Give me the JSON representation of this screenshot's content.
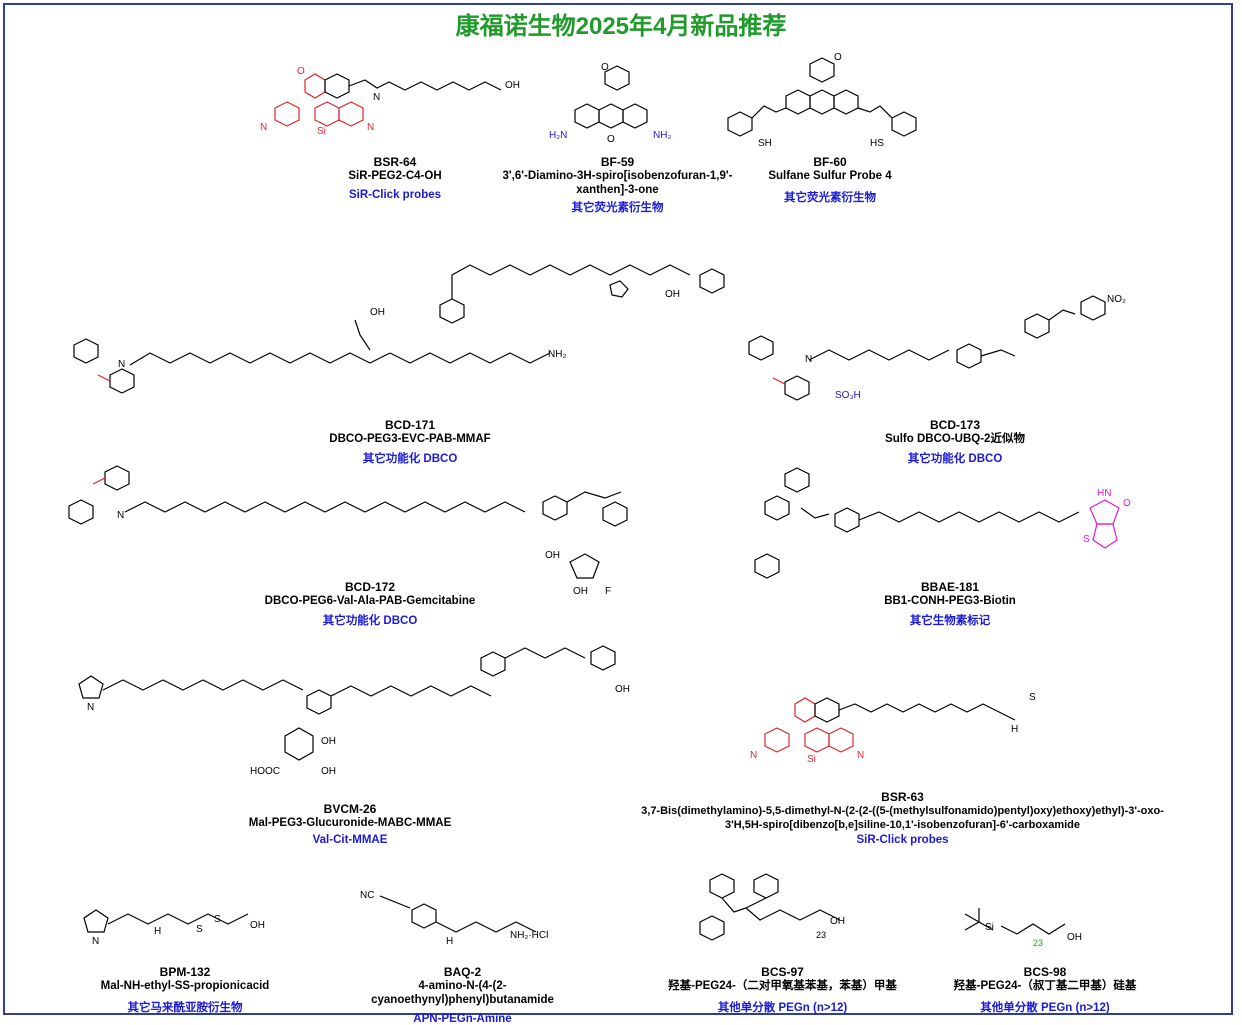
{
  "title": "康福诺生物2025年4月新品推荐",
  "products": [
    {
      "code": "BSR-64",
      "name": "SiR-PEG2-C4-OH",
      "category": "SiR-Click probes"
    },
    {
      "code": "BF-59",
      "name": "3',6'-Diamino-3H-spiro[isobenzofuran-1,9'-xanthen]-3-one",
      "category": "其它荧光素衍生物"
    },
    {
      "code": "BF-60",
      "name": "Sulfane Sulfur Probe 4",
      "category": "其它荧光素衍生物"
    },
    {
      "code": "BCD-171",
      "name": "DBCO-PEG3-EVC-PAB-MMAF",
      "category": "其它功能化 DBCO"
    },
    {
      "code": "BCD-173",
      "name": "Sulfo DBCO-UBQ-2近似物",
      "category": "其它功能化 DBCO"
    },
    {
      "code": "BCD-172",
      "name": "DBCO-PEG6-Val-Ala-PAB-Gemcitabine",
      "category": "其它功能化 DBCO"
    },
    {
      "code": "BBAE-181",
      "name": "BB1-CONH-PEG3-Biotin",
      "category": "其它生物素标记"
    },
    {
      "code": "BVCM-26",
      "name": "Mal-PEG3-Glucuronide-MABC-MMAE",
      "category": "Val-Cit-MMAE"
    },
    {
      "code": "BSR-63",
      "name": "3,7-Bis(dimethylamino)-5,5-dimethyl-N-(2-(2-((5-(methylsulfonamido)pentyl)oxy)ethoxy)ethyl)-3'-oxo-3'H,5H-spiro[dibenzo[b,e]siline-10,1'-isobenzofuran]-6'-carboxamide",
      "category": "SiR-Click probes"
    },
    {
      "code": "BPM-132",
      "name": "Mal-NH-ethyl-SS-propionicacid",
      "category": "其它马来酰亚胺衍生物"
    },
    {
      "code": "BAQ-2",
      "name": "4-amino-N-(4-(2-cyanoethynyl)phenyl)butanamide",
      "category": "APN-PEGn-Amine"
    },
    {
      "code": "BCS-97",
      "name": "羟基-PEG24-（二对甲氧基苯基，苯基）甲基",
      "category": "其他单分散 PEGn (n>12)"
    },
    {
      "code": "BCS-98",
      "name": "羟基-PEG24-（叔丁基二甲基）硅基",
      "category": "其他单分散 PEGn (n>12)"
    }
  ],
  "atoms": {
    "oh": "OH",
    "o": "O",
    "n": "N",
    "nh": "NH",
    "h": "H",
    "s": "S",
    "si": "Si",
    "f": "F",
    "nh2": "NH₂",
    "h2n": "H₂N",
    "sh": "SH",
    "hs": "HS",
    "no2": "NO₂",
    "so3h": "SO₃H",
    "nme2": "N",
    "hooc": "HOOC",
    "hcl": "NH₂·HCl",
    "nc": "NC",
    "sub23": "23",
    "oh_end": "OH",
    "o_ring": "O",
    "hn": "HN",
    "sme": "S"
  },
  "colors": {
    "title": "#1f9a2b",
    "category": "#1a1ad6",
    "frame": "#2e3f94",
    "highlight_red": "#e3262b",
    "highlight_magenta": "#e01ad6"
  }
}
